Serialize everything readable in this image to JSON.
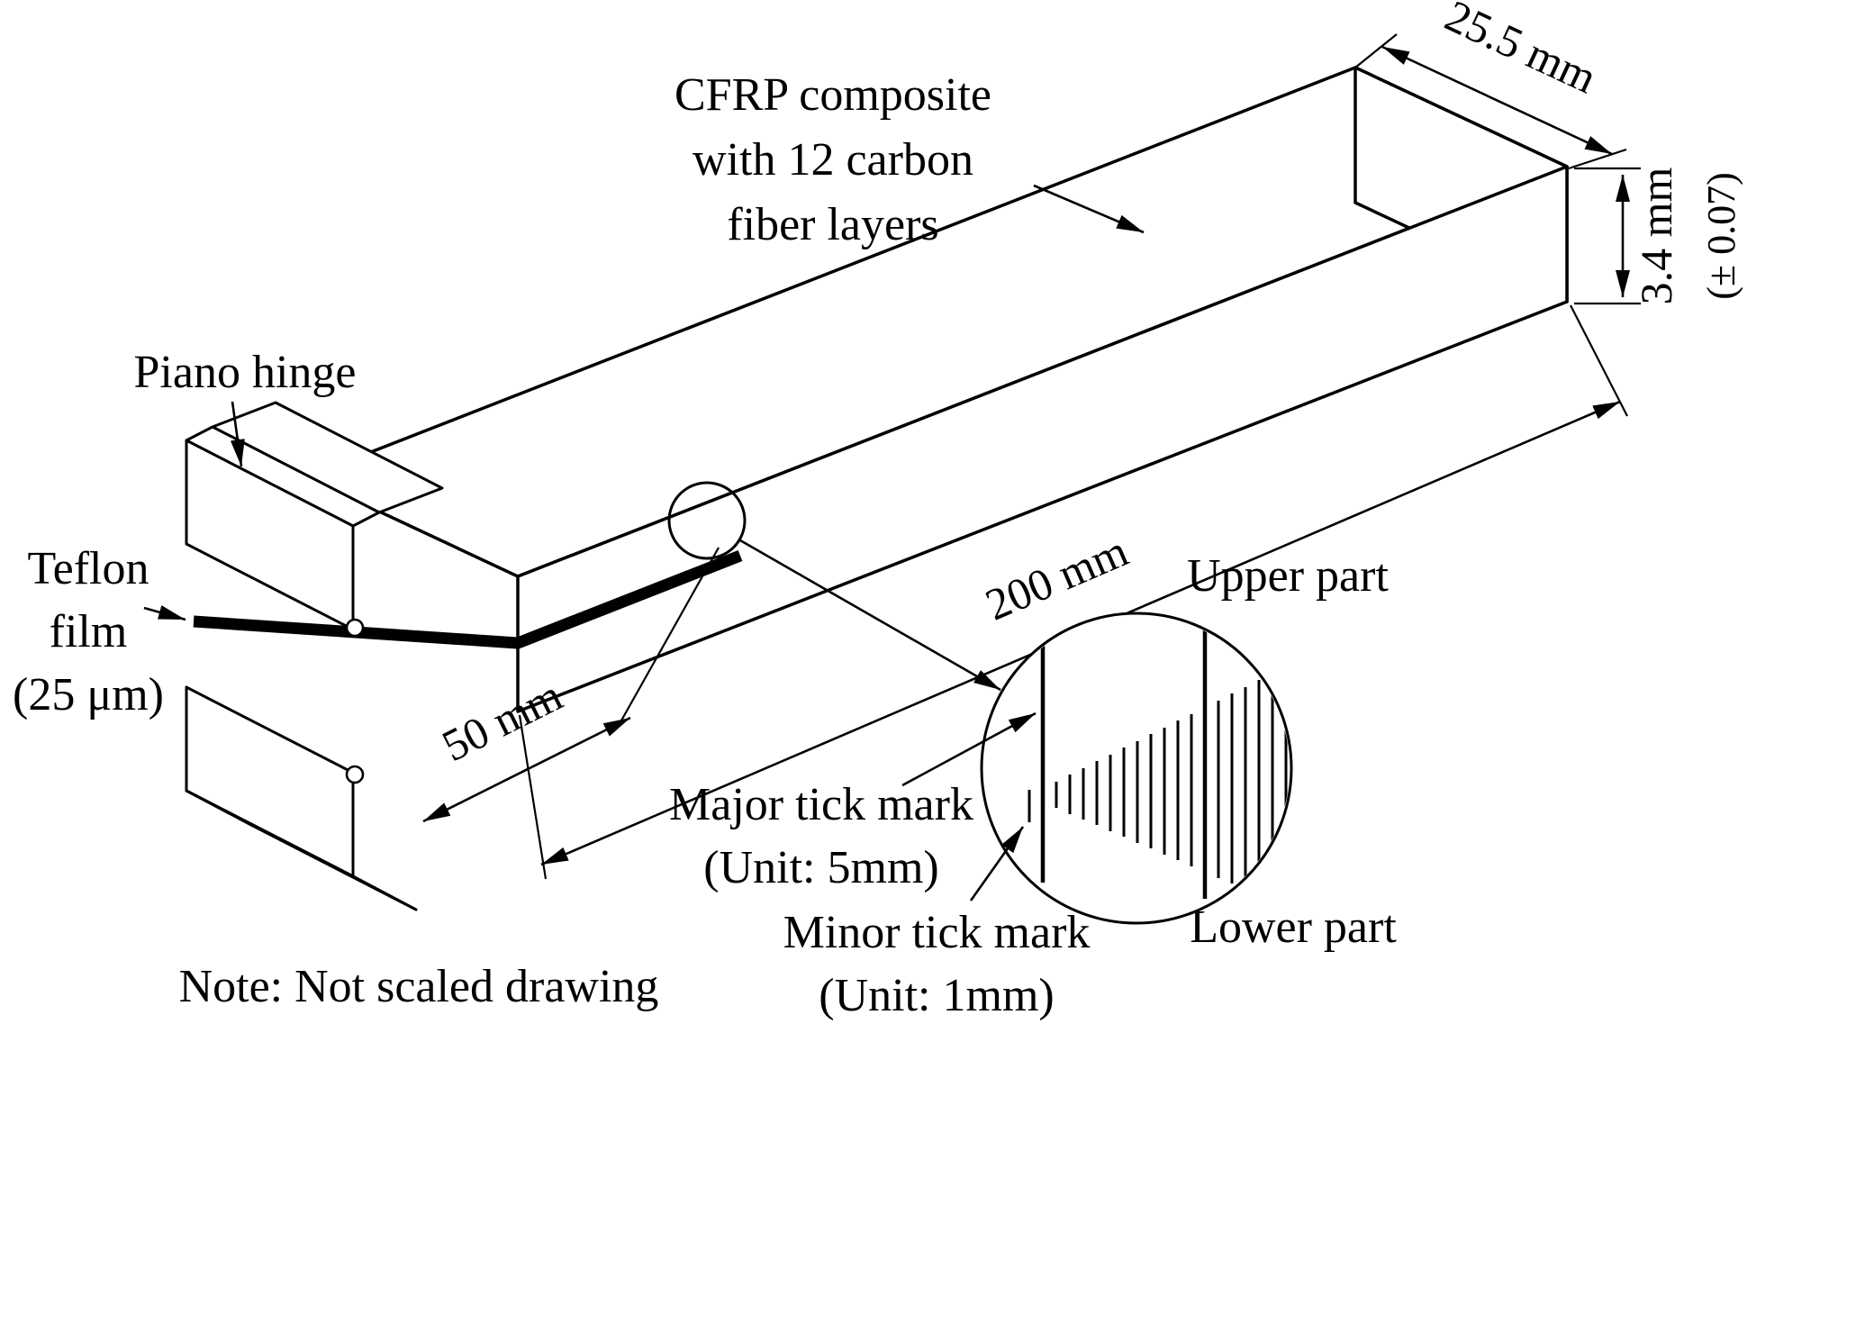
{
  "figure": {
    "note": "Note: Not scaled drawing",
    "beam_label": [
      "CFRP composite",
      "with 12 carbon",
      "fiber layers"
    ],
    "hinge_label": "Piano hinge",
    "teflon_label": [
      "Teflon",
      "film",
      "(25 μm)"
    ],
    "dimensions": {
      "width_label": "25.5 mm",
      "thickness_label": "3.4 mm",
      "thickness_tolerance_label": "(± 0.07)",
      "length_label": "200 mm",
      "insert_length_label": "50 mm"
    },
    "detail": {
      "upper_part_label": "Upper part",
      "lower_part_label": "Lower part",
      "major_tick_label": [
        "Major tick mark",
        "(Unit: 5mm)"
      ],
      "minor_tick_label": [
        "Minor tick mark",
        "(Unit: 1mm)"
      ]
    },
    "values": {
      "width_mm": 25.5,
      "thickness_mm": 3.4,
      "thickness_tolerance_mm": 0.07,
      "length_mm": 200,
      "teflon_insert_length_mm": 50,
      "teflon_film_thickness_um": 25,
      "carbon_fiber_layers": 12,
      "major_tick_unit_mm": 5,
      "minor_tick_unit_mm": 1
    },
    "colors": {
      "line": "#000000",
      "background": "#ffffff"
    }
  }
}
